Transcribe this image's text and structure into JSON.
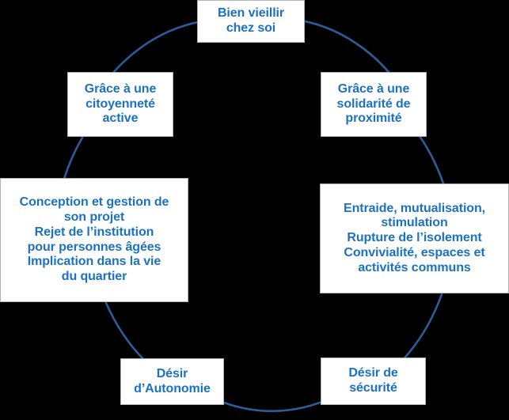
{
  "diagram": {
    "title_text": "Bien vieillir chez soi",
    "background_color": "#000000",
    "node_fill_color": "#FFFFFF",
    "node_border_color": "#B3B3B3",
    "node_text_color": "#1B72C2",
    "ring_color": "#2E5C9A",
    "nodes": [
      {
        "id": "top",
        "label": "Bien vieillir\nchez soi",
        "position": "top"
      },
      {
        "id": "upper-right",
        "label": "Grâce à une\nsolidarité de\nproximité",
        "position": "upper-right"
      },
      {
        "id": "mid-right",
        "label": "Entraide, mutualisation,\nstimulation\nRupture de l’isolement\nConvivialité, espaces et\nactivités communs",
        "position": "mid-right"
      },
      {
        "id": "bottom-right",
        "label": "Désir de\nsécurité",
        "position": "bottom-right"
      },
      {
        "id": "bottom-left",
        "label": "Désir\nd’Autonomie",
        "position": "bottom-left"
      },
      {
        "id": "mid-left",
        "label": "Conception et gestion de\nson projet\nRejet de l’institution\npour personnes âgées\nImplication dans la vie\ndu quartier",
        "position": "mid-left"
      },
      {
        "id": "upper-left",
        "label": "Grâce à une\ncitoyenneté\nactive",
        "position": "upper-left"
      }
    ]
  }
}
